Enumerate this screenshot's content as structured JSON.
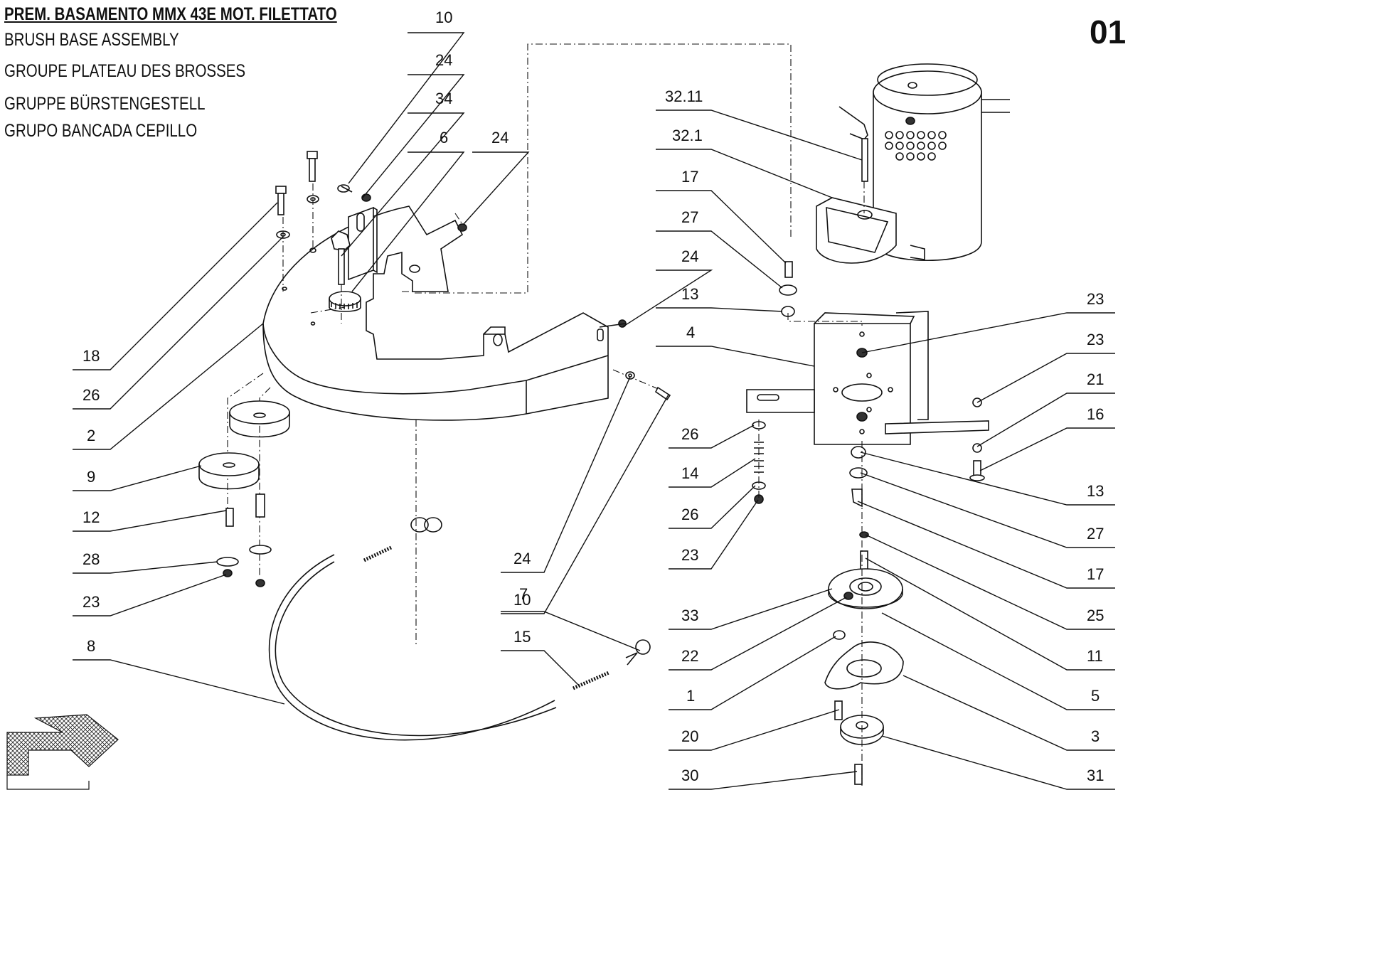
{
  "header": {
    "title_it": "PREM. BASAMENTO MMX 43E MOT. FILETTATO",
    "title_en": "BRUSH BASE ASSEMBLY",
    "title_fr": "GROUPE PLATEAU DES BROSSES",
    "title_de": "GRUPPE BÜRSTENGESTELL",
    "title_es": "GRUPO BANCADA CEPILLO",
    "page_number": "01"
  },
  "callouts": {
    "left": [
      "18",
      "26",
      "2",
      "9",
      "12",
      "28",
      "23",
      "8"
    ],
    "top": [
      "10",
      "24",
      "34",
      "6",
      "24"
    ],
    "center_bottom": [
      "24",
      "10",
      "7",
      "15"
    ],
    "right_upper": [
      "32.11",
      "32.1",
      "17",
      "27",
      "24",
      "13",
      "4"
    ],
    "right_lower": [
      "26",
      "14",
      "26",
      "23",
      "33",
      "22",
      "1",
      "20",
      "30"
    ],
    "far_right": [
      "23",
      "23",
      "21",
      "16",
      "13",
      "27",
      "17",
      "25",
      "11",
      "5",
      "3",
      "31"
    ]
  },
  "colors": {
    "line": "#111111",
    "background": "#ffffff"
  }
}
